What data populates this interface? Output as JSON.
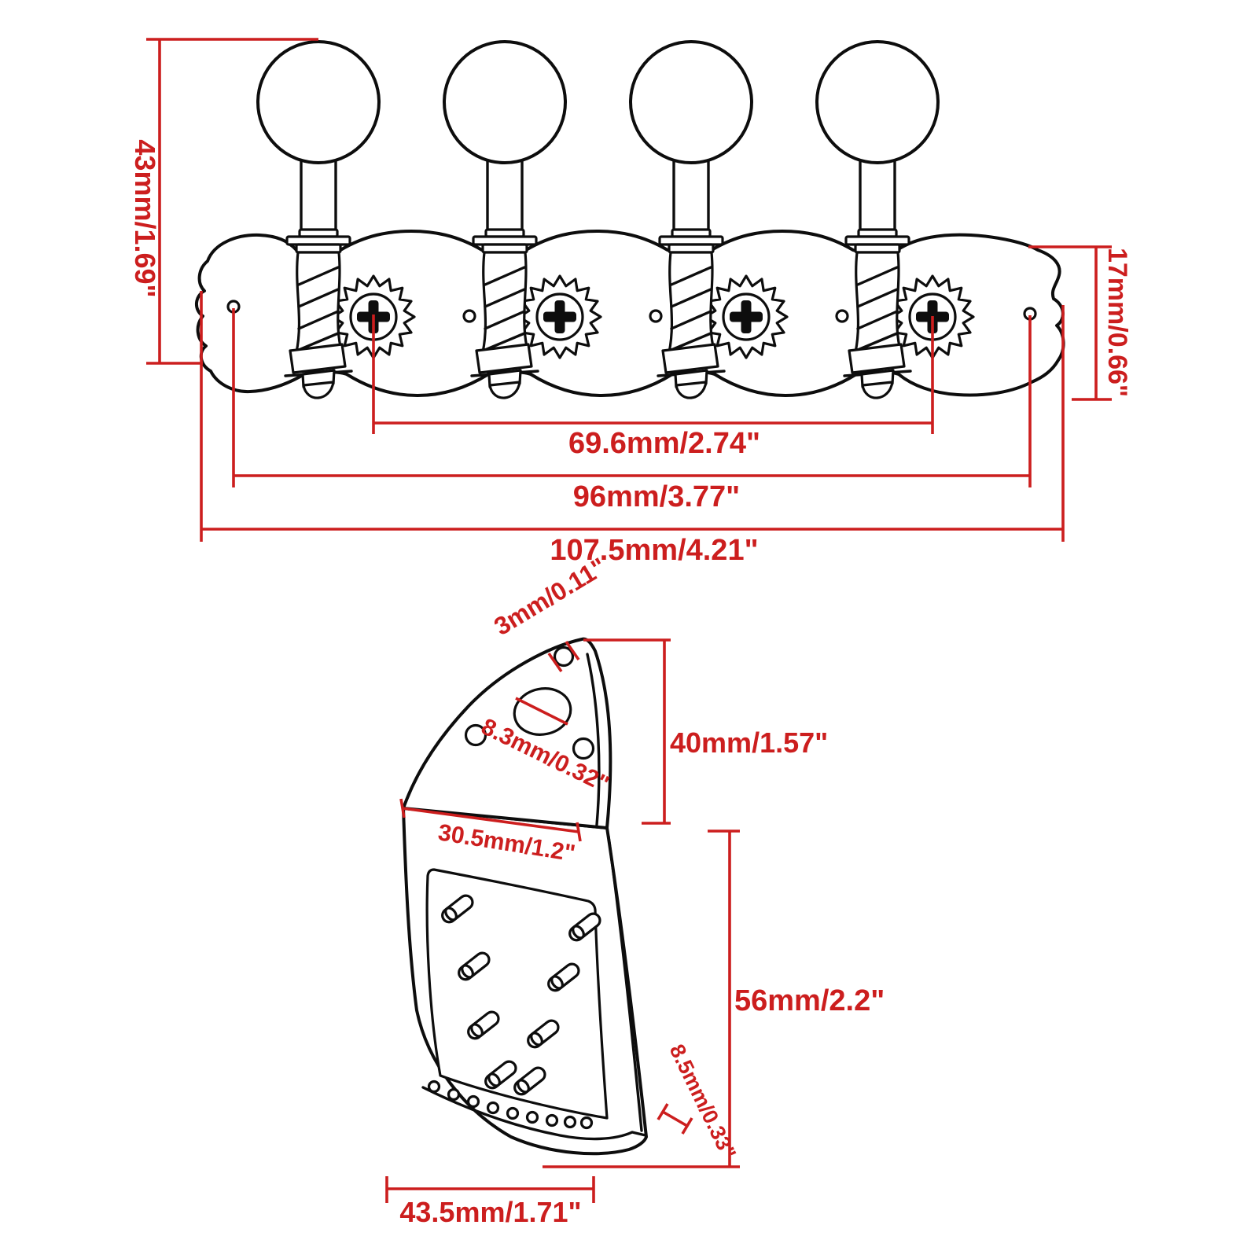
{
  "page": {
    "title": "Mandolin tuning machines and tailpiece dimension drawing",
    "background": "#ffffff"
  },
  "colors": {
    "line": "#0d0d0d",
    "dimension_red": "#cc1e1e"
  },
  "tuners_view": {
    "name": "four-in-line mandolin tuning machine plate, top view",
    "dim_overall_height": "43mm/1.69\"",
    "dim_plate_end_height": "17mm/0.66\"",
    "dim_gear_screw_spacing": "69.6mm/2.74\"",
    "dim_mount_hole_spacing": "96mm/3.77\"",
    "dim_total_length": "107.5mm/4.21\""
  },
  "tailpiece_view": {
    "name": "mandolin tailpiece with cover",
    "dim_pin_hole_diameter": "3mm/0.11\"",
    "dim_center_hole_diameter": "8.3mm/0.32\"",
    "dim_cover_height": "40mm/1.57\"",
    "dim_cover_width": "30.5mm/1.2\"",
    "dim_body_height": "56mm/2.2\"",
    "dim_edge_lip": "8.5mm/0.33\"",
    "dim_base_width": "43.5mm/1.71\""
  }
}
